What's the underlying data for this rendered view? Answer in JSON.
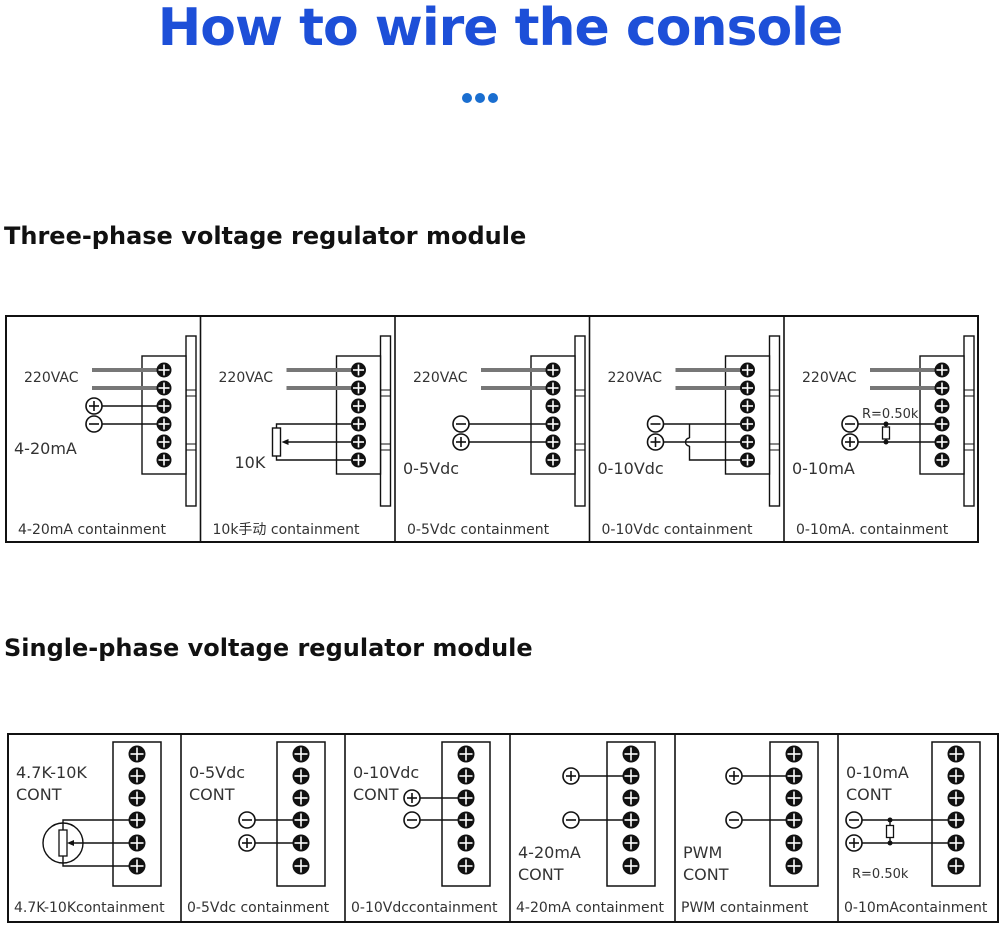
{
  "title": "How to wire the console",
  "dots_color": "#1a6ed0",
  "title_color": "#1d4fd8",
  "three_phase": {
    "heading": "Three-phase voltage regulator module",
    "panels": [
      {
        "supply": "220VAC",
        "signal": "4-20mA",
        "caption": "4-20mA containment",
        "type": "current",
        "polarity": [
          "+",
          "-"
        ]
      },
      {
        "supply": "220VAC",
        "signal": "10K",
        "caption": "10k手动 containment",
        "type": "potentiometer"
      },
      {
        "supply": "220VAC",
        "signal": "0-5Vdc",
        "caption": "0-5Vdc containment",
        "type": "voltage",
        "polarity": [
          "-",
          "+"
        ]
      },
      {
        "supply": "220VAC",
        "signal": "0-10Vdc",
        "caption": "0-10Vdc containment",
        "type": "voltage-jumper",
        "polarity": [
          "-",
          "+"
        ]
      },
      {
        "supply": "220VAC",
        "signal": "0-10mA",
        "caption": "0-10mA. containment",
        "type": "resistor",
        "resistor": "R=0.50k",
        "polarity": [
          "-",
          "+"
        ]
      }
    ]
  },
  "single_phase": {
    "heading": "Single-phase voltage regulator module",
    "panels": [
      {
        "label": [
          "4.7K-10K",
          "CONT"
        ],
        "caption": "4.7K-10Kcontainment",
        "type": "potentiometer"
      },
      {
        "label": [
          "0-5Vdc",
          "CONT"
        ],
        "caption": "0-5Vdc containment",
        "type": "voltage",
        "polarity": [
          "-",
          "+"
        ]
      },
      {
        "label": [
          "0-10Vdc",
          "CONT"
        ],
        "caption": "0-10Vdccontainment",
        "type": "voltage",
        "polarity": [
          "+",
          "-"
        ]
      },
      {
        "label": [
          "4-20mA",
          "CONT"
        ],
        "caption": "4-20mA containment",
        "type": "current",
        "polarity": [
          "+",
          "-"
        ]
      },
      {
        "label": [
          "PWM",
          "CONT"
        ],
        "caption": "PWM containment",
        "type": "pwm",
        "polarity": [
          "+",
          "-"
        ]
      },
      {
        "label": [
          "0-10mA",
          "CONT"
        ],
        "caption": "0-10mAcontainment",
        "type": "resistor",
        "resistor": "R=0.50k",
        "polarity": [
          "-",
          "+"
        ]
      }
    ]
  }
}
